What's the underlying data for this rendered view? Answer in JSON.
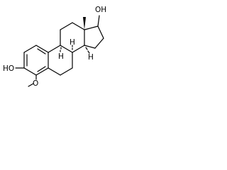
{
  "structure": {
    "atom_labels": {
      "hydroxyl_top": "OH",
      "hydroxyl_left": "HO",
      "methoxy_oxygen": "O",
      "stereo_hydrogen_1": "H",
      "stereo_hydrogen_2": "H",
      "stereo_hydrogen_3": "H"
    },
    "colors": {
      "bond": "#000000",
      "label": "#000000",
      "background": "#ffffff"
    }
  }
}
